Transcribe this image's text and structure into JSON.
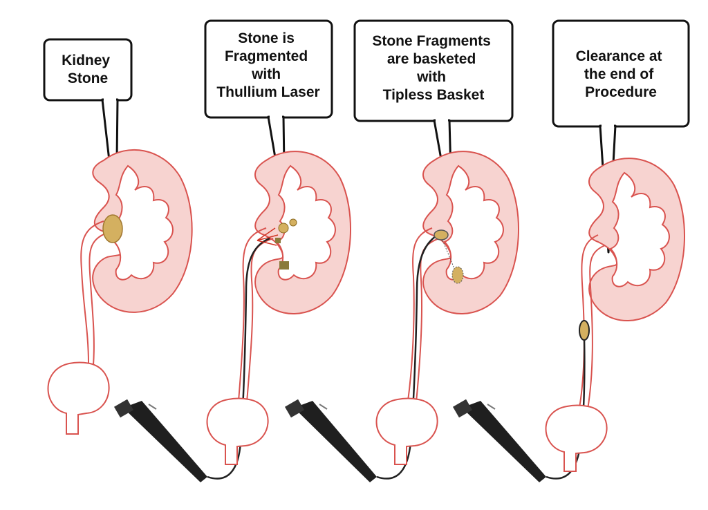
{
  "colors": {
    "kidney_fill": "#f7d3d0",
    "kidney_outline": "#d9534f",
    "stone": "#d4b060",
    "scope_body": "#1f1f1f",
    "callout_border": "#111111",
    "background": "#ffffff"
  },
  "panels": [
    {
      "callout_lines": [
        "Kidney",
        "Stone"
      ],
      "stage": "stone"
    },
    {
      "callout_lines": [
        "Stone is",
        "Fragmented",
        "with",
        "Thullium Laser"
      ],
      "stage": "laser"
    },
    {
      "callout_lines": [
        "Stone Fragments",
        "are basketed",
        "with",
        "Tipless Basket"
      ],
      "stage": "basket"
    },
    {
      "callout_lines": [
        "Clearance at",
        "the end of",
        "Procedure"
      ],
      "stage": "clear"
    }
  ]
}
